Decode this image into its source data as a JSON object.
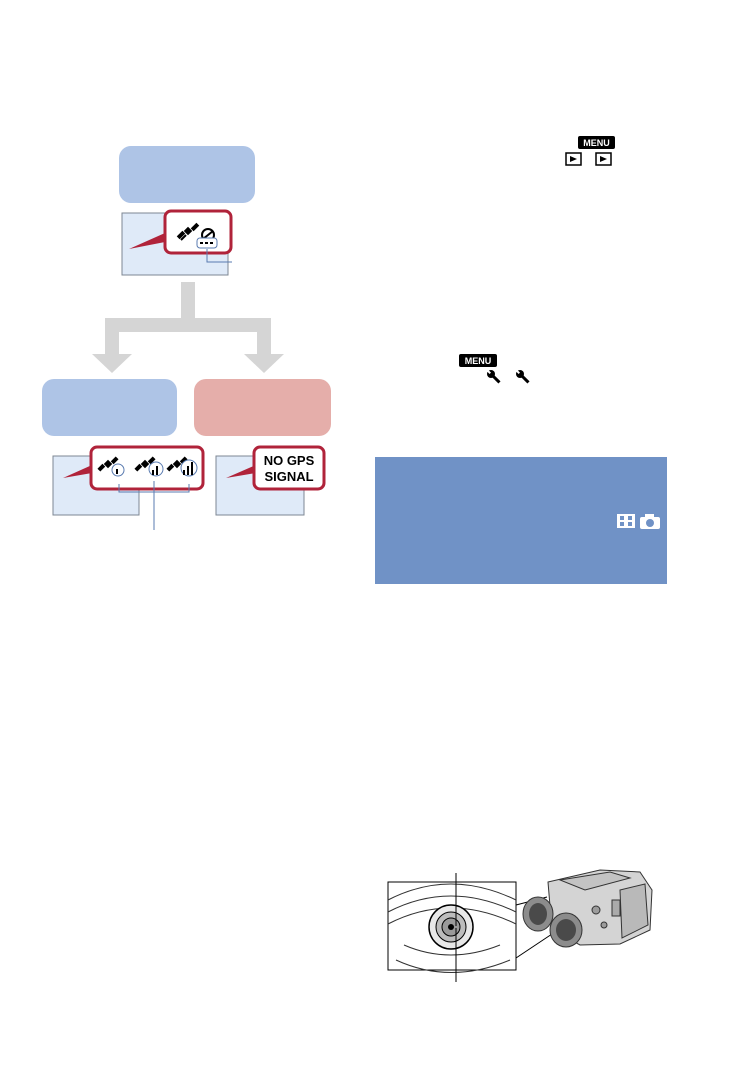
{
  "flowchart": {
    "no_gps_signal": [
      "NO GPS",
      "SIGNAL"
    ]
  },
  "badges": {
    "menu": "MENU"
  },
  "icons": {
    "playback": "playback-icon",
    "wrench": "wrench-icon",
    "movie": "movie-icon",
    "camera": "camera-icon",
    "gps_no_fix": "satellite-no-fix-icon",
    "gps_signal": "satellite-signal-icon",
    "camcorder": "binocular-camcorder"
  },
  "colors": {
    "blue_box": "#aec4e6",
    "red_box": "#e5aeaa",
    "screen_fill": "#dfeaf8",
    "callout_border": "#b0233a",
    "arrow_grey": "#d5d5d5",
    "note_panel": "#7092c6"
  }
}
